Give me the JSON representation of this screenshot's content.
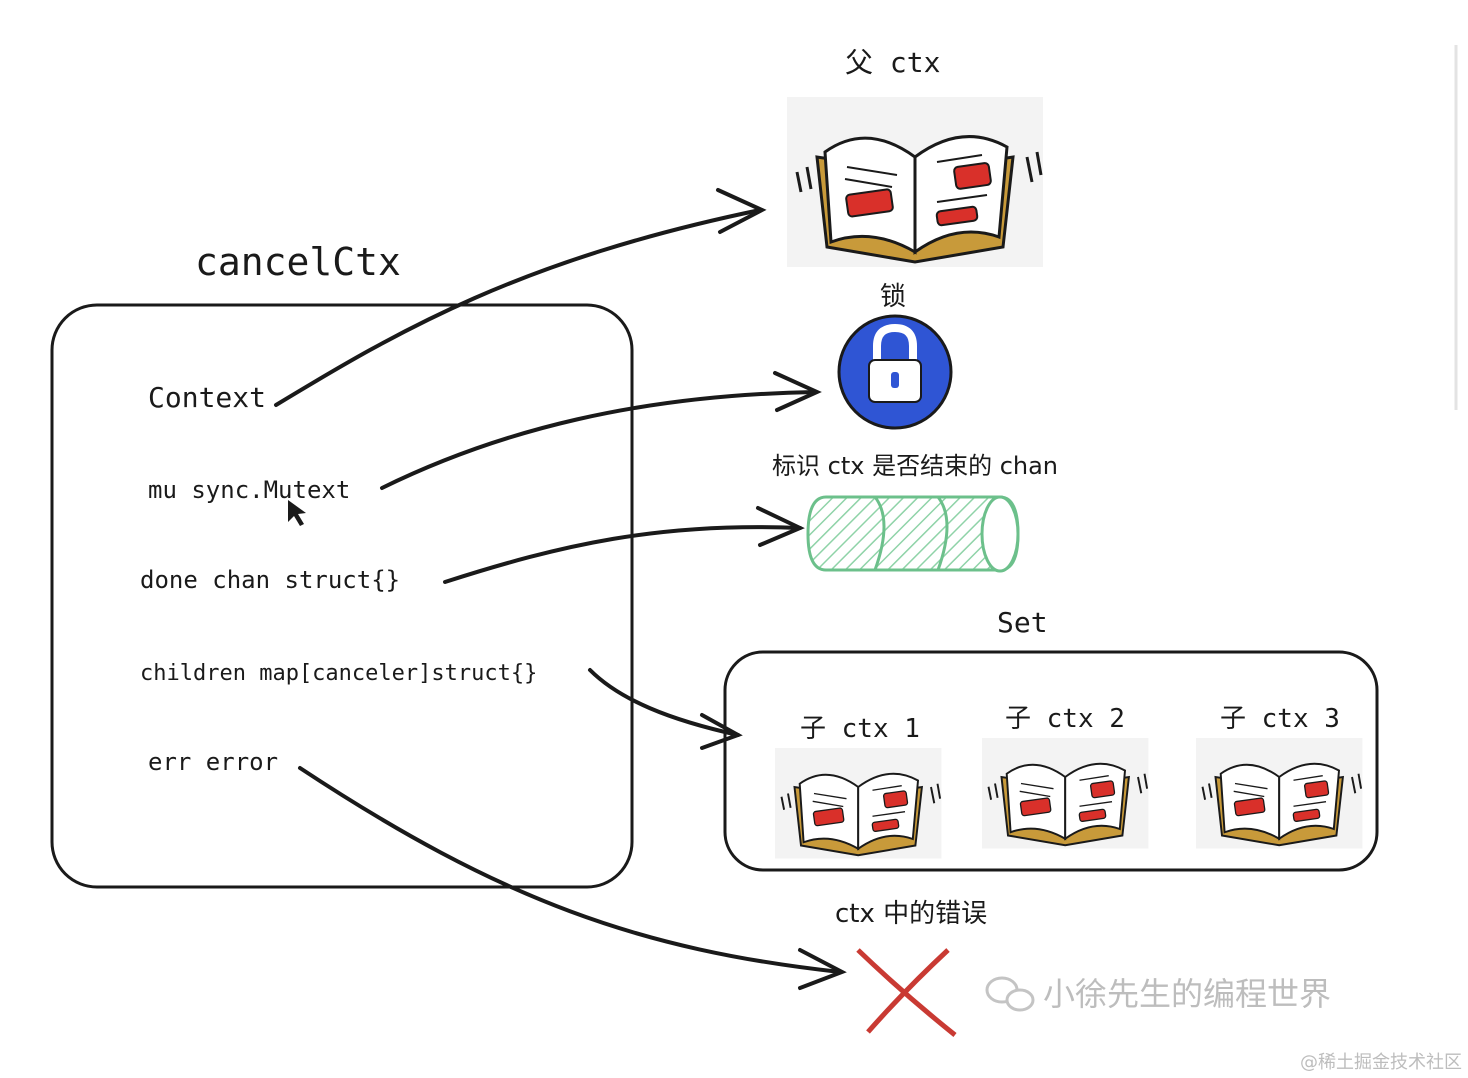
{
  "struct": {
    "title": "cancelCtx",
    "fields": [
      {
        "key": "context",
        "text": "Context"
      },
      {
        "key": "mu",
        "text": "mu   sync.Mutext"
      },
      {
        "key": "done",
        "text": "done   chan struct{}"
      },
      {
        "key": "children",
        "text": "children   map[canceler]struct{}"
      },
      {
        "key": "err",
        "text": "err   error"
      }
    ]
  },
  "targets": {
    "parent_label": "父 ctx",
    "lock_label": "锁",
    "chan_label": "标识 ctx 是否结束的 chan",
    "set_label": "Set",
    "children": [
      "子 ctx 1",
      "子 ctx 2",
      "子 ctx 3"
    ],
    "error_label": "ctx 中的错误"
  },
  "watermarks": {
    "wechat": "小徐先生的编程世界",
    "site": "@稀土掘金技术社区"
  },
  "colors": {
    "stroke": "#1a1a1a",
    "book_red": "#d9302a",
    "book_cover": "#c89a3a",
    "lock_blue": "#2f55d4",
    "chan_green": "#6cc08b",
    "cross_red": "#c93a33"
  }
}
